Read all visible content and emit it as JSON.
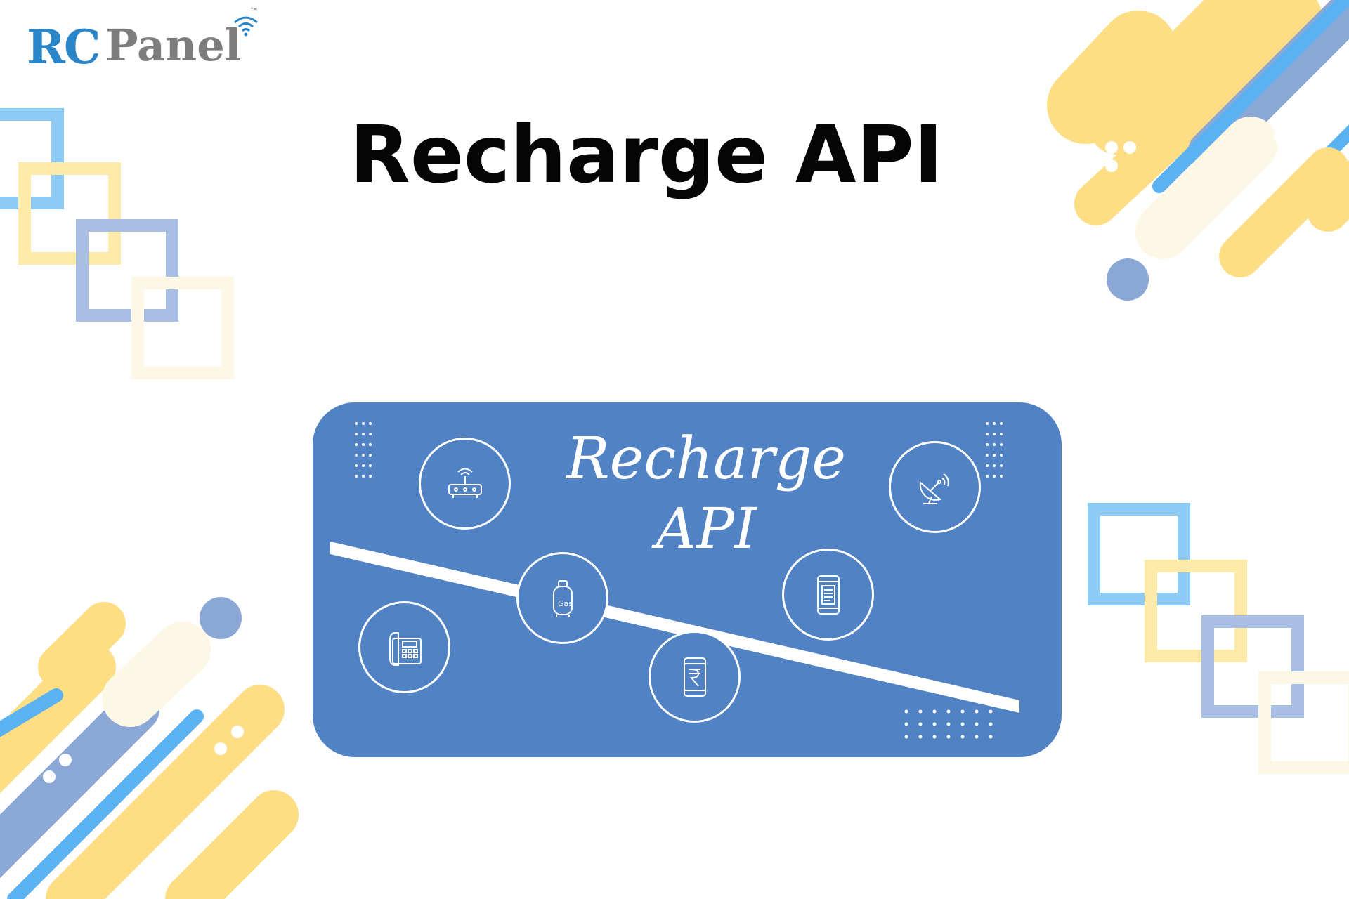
{
  "brand": {
    "logo_text_rc": "RC",
    "logo_text_panel": "Panel",
    "trademark": "™"
  },
  "heading": {
    "title": "Recharge API"
  },
  "banner": {
    "line1": "Recharge",
    "line2": "API",
    "gas_label": "Gas",
    "services": [
      {
        "name": "broadband",
        "icon": "router-icon"
      },
      {
        "name": "dth",
        "icon": "satellite-dish-icon"
      },
      {
        "name": "gas",
        "icon": "gas-cylinder-icon"
      },
      {
        "name": "bill-payment",
        "icon": "mobile-bill-icon"
      },
      {
        "name": "landline",
        "icon": "landline-phone-icon"
      },
      {
        "name": "mobile-recharge",
        "icon": "mobile-rupee-icon"
      }
    ]
  },
  "colors": {
    "card_blue": "#5082c4",
    "accent_yellow": "#fdde85",
    "accent_sky": "#5bb2f0",
    "accent_periwinkle": "#8aa7d6",
    "title_black": "#050505",
    "logo_blue": "#2a86c9",
    "logo_gray": "#7d7d7d"
  }
}
